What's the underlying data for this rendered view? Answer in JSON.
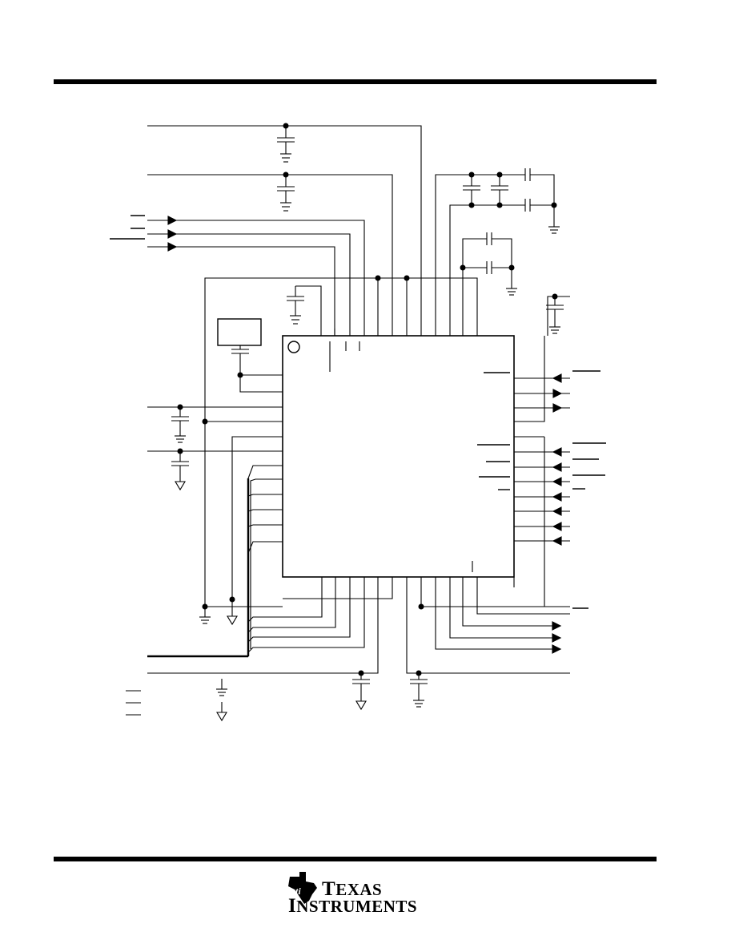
{
  "colors": {
    "ink": "#000000",
    "background": "#ffffff"
  },
  "brand": {
    "logo_icon": "texas-state-ti-icon",
    "line1_first": "T",
    "line1_rest": "EXAS",
    "line2_first": "I",
    "line2_rest": "NSTRUMENTS"
  }
}
